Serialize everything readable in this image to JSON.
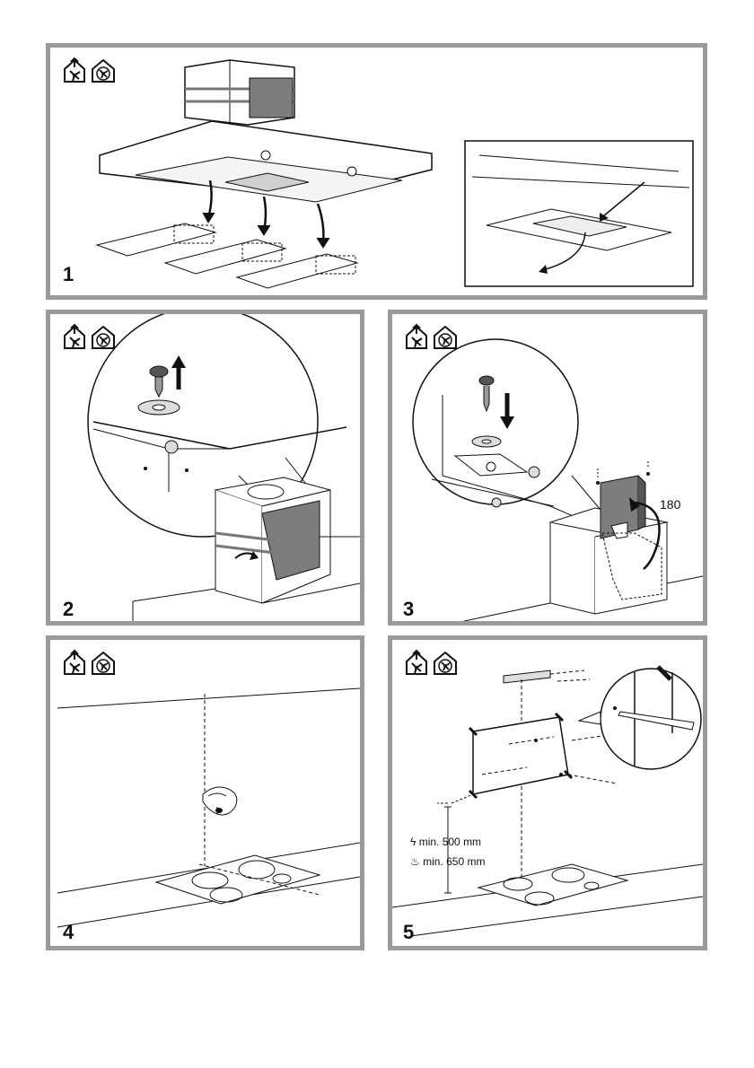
{
  "icons": [
    "extraction-mode-icon",
    "recirculation-mode-icon"
  ],
  "steps": [
    {
      "number": "1"
    },
    {
      "number": "2"
    },
    {
      "number": "3",
      "rotation_label": "180"
    },
    {
      "number": "4"
    },
    {
      "number": "5",
      "min_electric": "min. 500 mm",
      "min_gas": "min. 650 mm"
    }
  ],
  "colors": {
    "panel_border": "#9a9a9a",
    "shade": "#7d7d7d",
    "line": "#111111"
  }
}
